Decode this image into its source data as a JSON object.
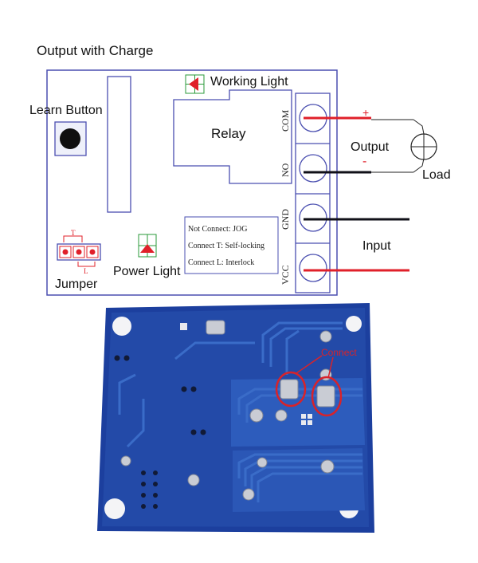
{
  "diagram": {
    "title": "Output with Charge",
    "labels": {
      "learn_button": "Learn Button",
      "working_light": "Working Light",
      "relay": "Relay",
      "jumper": "Jumper",
      "jumper_t": "T",
      "jumper_l": "L",
      "power_light": "Power Light",
      "output": "Output",
      "load": "Load",
      "input": "Input",
      "plus": "+",
      "minus": "-"
    },
    "terminals": [
      "COM",
      "NO",
      "GND",
      "VCC"
    ],
    "notes": [
      "Not Connect: JOG",
      "Connect T:  Self-locking",
      "Connect L: Interlock"
    ],
    "colors": {
      "board_outline": "#4a4fb0",
      "wire_red": "#e0202a",
      "wire_black": "#101018",
      "led_red": "#e0202a",
      "led_green_box": "#2a9a3a"
    }
  },
  "photo": {
    "annotation": "Connect",
    "colors": {
      "pcb_blue": "#1c3f9e",
      "trace_blue": "#3a6cc8",
      "silver": "#c9ccd4",
      "annotation_red": "#d8232a"
    }
  }
}
